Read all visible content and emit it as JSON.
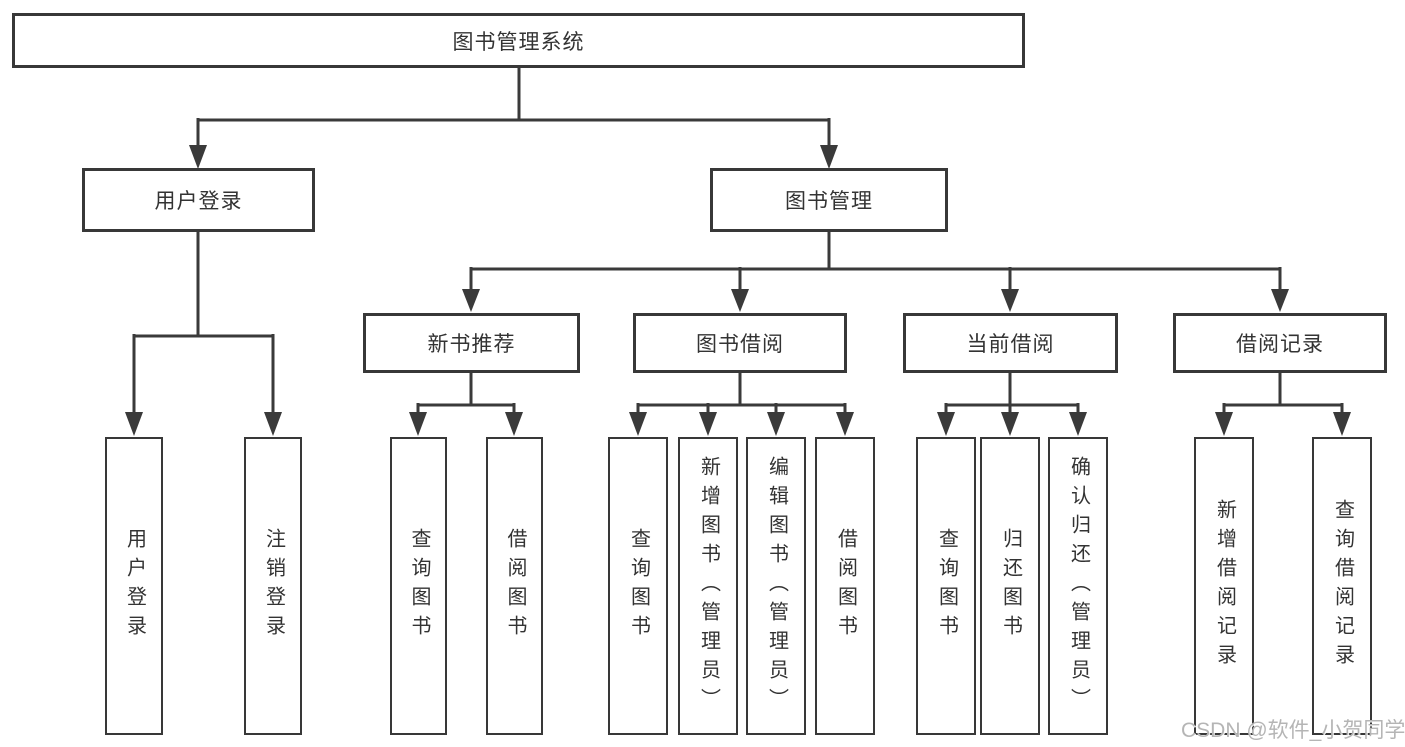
{
  "diagram": {
    "root": {
      "label": "图书管理系统"
    },
    "branches": [
      {
        "label": "用户登录",
        "children": [
          {
            "label": "用户登录"
          },
          {
            "label": "注销登录"
          }
        ]
      },
      {
        "label": "图书管理",
        "children": [
          {
            "label": "新书推荐",
            "children": [
              {
                "label": "查询图书"
              },
              {
                "label": "借阅图书"
              }
            ]
          },
          {
            "label": "图书借阅",
            "children": [
              {
                "label": "查询图书"
              },
              {
                "label": "新增图书（管理员）"
              },
              {
                "label": "编辑图书（管理员）"
              },
              {
                "label": "借阅图书"
              }
            ]
          },
          {
            "label": "当前借阅",
            "children": [
              {
                "label": "查询图书"
              },
              {
                "label": "归还图书"
              },
              {
                "label": "确认归还（管理员）"
              }
            ]
          },
          {
            "label": "借阅记录",
            "children": [
              {
                "label": "新增借阅记录"
              },
              {
                "label": "查询借阅记录"
              }
            ]
          }
        ]
      }
    ]
  },
  "watermark": {
    "text": "CSDN @软件_小贺同学"
  },
  "colors": {
    "line": "#3a3a3a",
    "border": "#383838",
    "text": "#333333",
    "watermark": "#b5b5b5",
    "background": "#ffffff"
  }
}
